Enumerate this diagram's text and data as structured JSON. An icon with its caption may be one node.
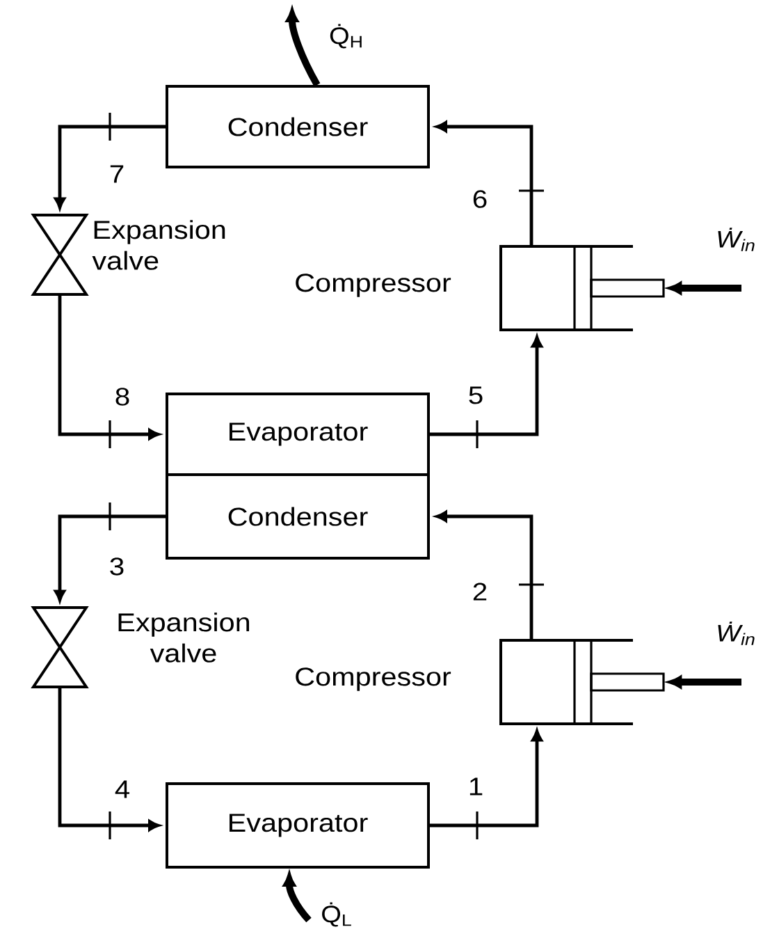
{
  "diagram": {
    "nodes": [
      {
        "text": [
          "Condenser"
        ]
      },
      {
        "text": [],
        "shape": "valve",
        "beside": [
          "Expansion valve"
        ]
      },
      {
        "text": [],
        "shape": "picture",
        "beside": [
          "Compressor"
        ]
      },
      {
        "text": [
          "Evaporator"
        ]
      },
      {
        "text": [
          "Condenser"
        ]
      },
      {
        "text": [],
        "shape": "valve",
        "beside": [
          "Expansion valve"
        ]
      },
      {
        "text": [],
        "shape": "picture",
        "beside": [
          "Compressor"
        ]
      },
      {
        "text": [
          "Evaporator"
        ]
      }
    ],
    "edges": [
      {
        "from": 0,
        "to": 1,
        "arrow": "to"
      },
      {
        "from": 1,
        "to": 3,
        "arrow": "to"
      },
      {
        "from": 3,
        "to": 2,
        "arrow": "to"
      },
      {
        "from": 2,
        "to": 0,
        "arrow": "to"
      },
      {
        "from": 4,
        "to": 5,
        "arrow": "to"
      },
      {
        "from": 5,
        "to": 7,
        "arrow": "to"
      },
      {
        "from": 7,
        "to": 6,
        "arrow": "to"
      },
      {
        "from": 6,
        "to": 4,
        "arrow": "to"
      },
      {
        "from": 0,
        "to": null,
        "arrow": "to",
        "label": "Q̇$_{H}$",
        "style": "thick"
      },
      {
        "from": null,
        "to": 2,
        "arrow": "to",
        "label": "Ẇ$_{in}$",
        "style": "thick"
      },
      {
        "from": null,
        "to": 6,
        "arrow": "to",
        "label": "Ẇ$_{in}$",
        "style": "thick"
      },
      {
        "from": null,
        "to": 7,
        "arrow": "to",
        "label": "Q̇$_{L}$",
        "style": "thick"
      }
    ],
    "labels": [
      "7",
      "6",
      "8",
      "5",
      "3",
      "2",
      "4",
      "1"
    ]
  }
}
